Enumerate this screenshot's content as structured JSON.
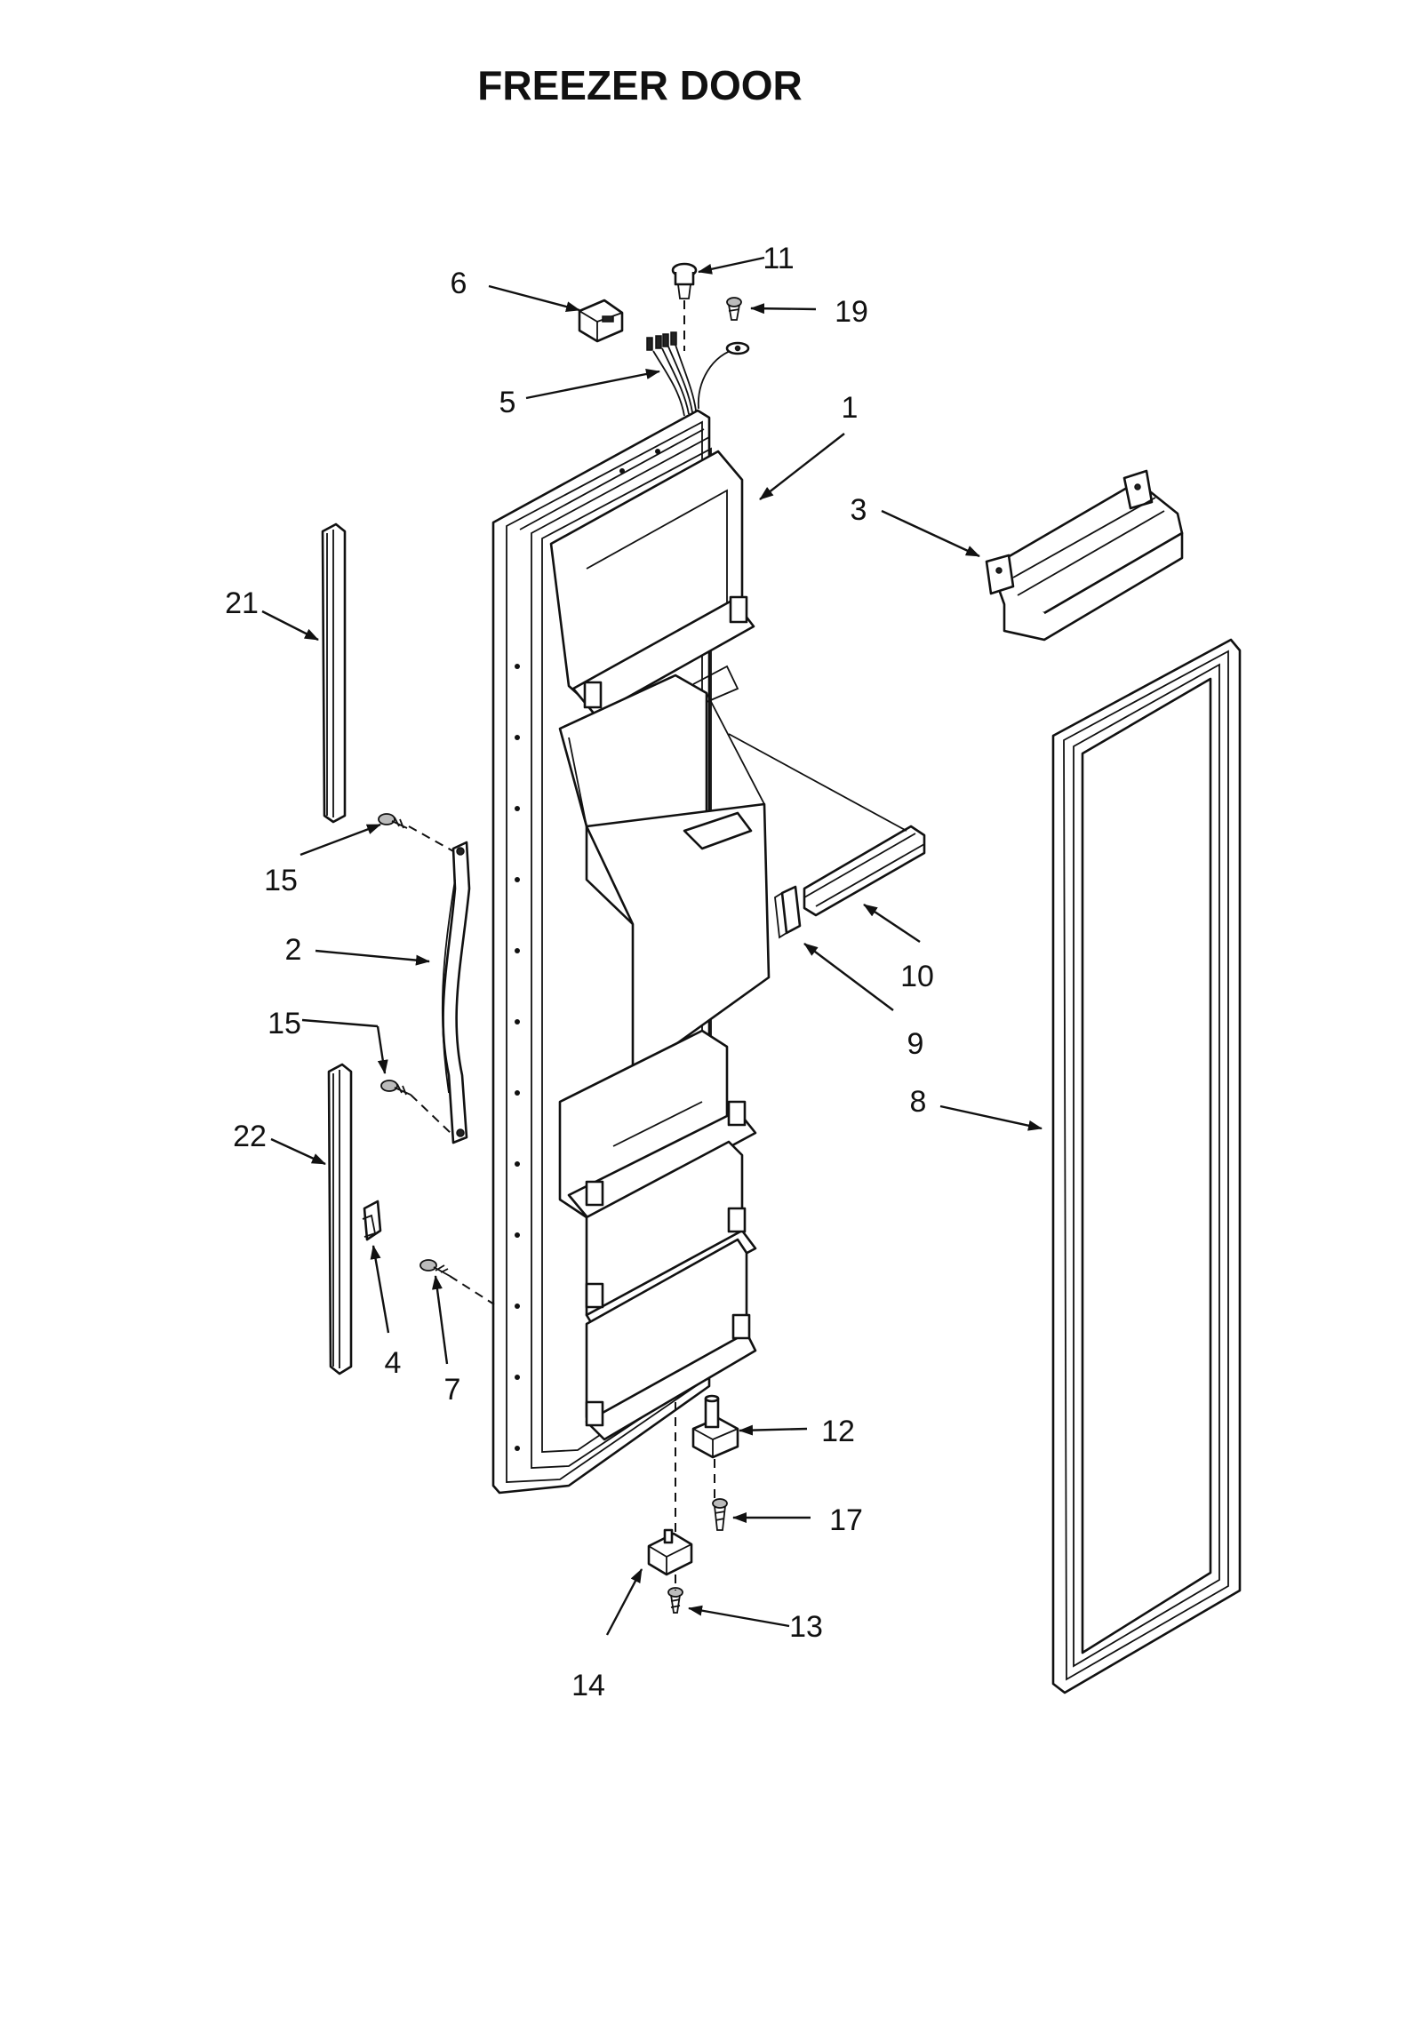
{
  "title": "FREEZER DOOR",
  "callouts": {
    "c1": "1",
    "c2": "2",
    "c3": "3",
    "c4": "4",
    "c5": "5",
    "c6": "6",
    "c7": "7",
    "c8": "8",
    "c9": "9",
    "c10": "10",
    "c11": "11",
    "c12": "12",
    "c13": "13",
    "c14": "14",
    "c15a": "15",
    "c15b": "15",
    "c17": "17",
    "c19": "19",
    "c21": "21",
    "c22": "22"
  }
}
